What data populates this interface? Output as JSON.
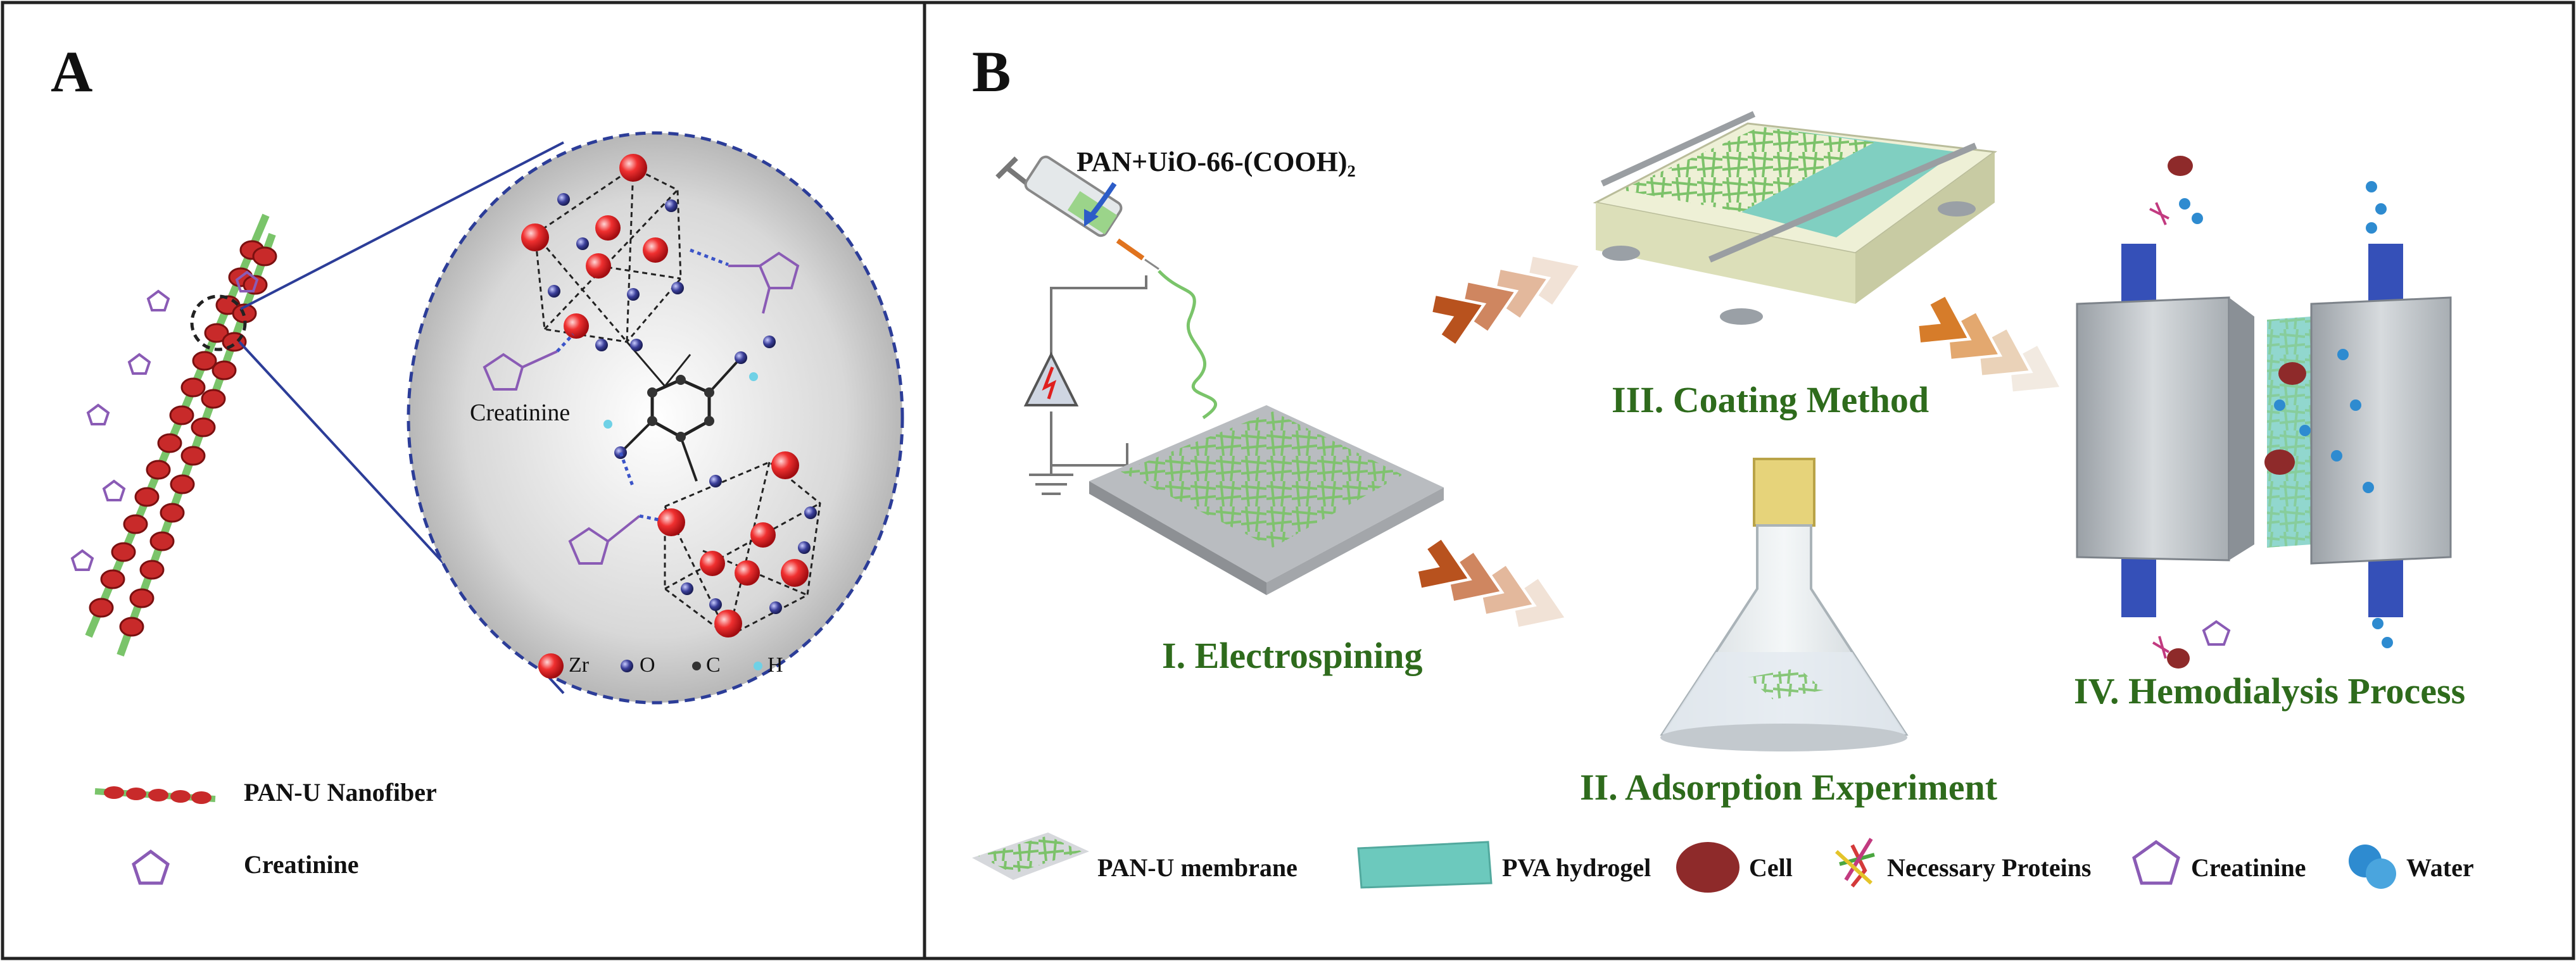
{
  "panel_a": {
    "letter": "A",
    "inset_labels": {
      "molecule": "Creatinine"
    },
    "atom_legend": [
      {
        "symbol": "Zr",
        "color": "#e8262a"
      },
      {
        "symbol": "O",
        "color": "#3b3f9a"
      },
      {
        "symbol": "C",
        "color": "#333333"
      },
      {
        "symbol": "H",
        "color": "#6fd1e6"
      }
    ],
    "legend": [
      {
        "label": "PAN-U Nanofiber",
        "icon": "nanofiber-icon"
      },
      {
        "label": "Creatinine",
        "icon": "pentagon-icon"
      }
    ]
  },
  "panel_b": {
    "letter": "B",
    "syringe_label": "PAN+UiO-66-(COOH)₂",
    "steps": [
      {
        "label": "I. Electrospining"
      },
      {
        "label": "II. Adsorption Experiment"
      },
      {
        "label": "III. Coating Method"
      },
      {
        "label": "IV. Hemodialysis Process"
      }
    ],
    "legend": [
      {
        "label": "PAN-U membrane",
        "icon": "membrane-icon"
      },
      {
        "label": "PVA hydrogel",
        "icon": "hydrogel-icon"
      },
      {
        "label": "Cell",
        "icon": "cell-icon"
      },
      {
        "label": "Necessary Proteins",
        "icon": "protein-icon"
      },
      {
        "label": "Creatinine",
        "icon": "pentagon-icon"
      },
      {
        "label": "Water",
        "icon": "water-drop-icon"
      }
    ]
  },
  "colors": {
    "step_green": "#2e6b1c",
    "zr_red": "#e8262a",
    "arrow_orange": "#b8521e",
    "dashed_blue": "#2c3d98",
    "creatinine_purple": "#8a5bb5",
    "hydrogel_teal": "#6cc9bd",
    "cell_red": "#8e2a2a",
    "water_blue": "#2e8bd0"
  }
}
